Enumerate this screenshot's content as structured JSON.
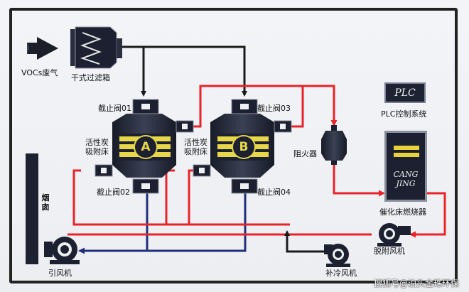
{
  "labels": {
    "vocs": "VOCs废气",
    "dry_filter": "干式过滤箱",
    "valve01": "截止阀01",
    "valve02": "截止阀02",
    "valve03": "截止阀03",
    "valve04": "截止阀04",
    "adsorber_a_letter": "A",
    "adsorber_b_letter": "B",
    "bed_a": "活性炭\n吸附床",
    "bed_b": "活性炭\n吸附床",
    "flame_arrester": "阻火器",
    "plc_box": "PLC",
    "plc_system": "PLC控制系统",
    "burner_brand": "CANG\nJING",
    "burner": "催化床燃烧器",
    "desorption_fan": "脱附风机",
    "cooling_fan": "补冷风机",
    "induced_fan": "引风机",
    "chimney": "烟囱",
    "watermark": "搜狐号@泊头金珠环保"
  },
  "colors": {
    "exhaust_line": "#1a1a1a",
    "hot_line": "#e8232a",
    "clean_line": "#1f2f7a",
    "equipment_body": "#1f2433",
    "carbon_bed": "#e6d64a",
    "frame": "#222222"
  },
  "icons": {
    "intake": "arrow-right-icon",
    "filter": "zigzag-filter-icon",
    "fan": "centrifugal-fan-icon",
    "valve": "gate-valve-icon",
    "arrester": "flame-arrester-icon"
  }
}
